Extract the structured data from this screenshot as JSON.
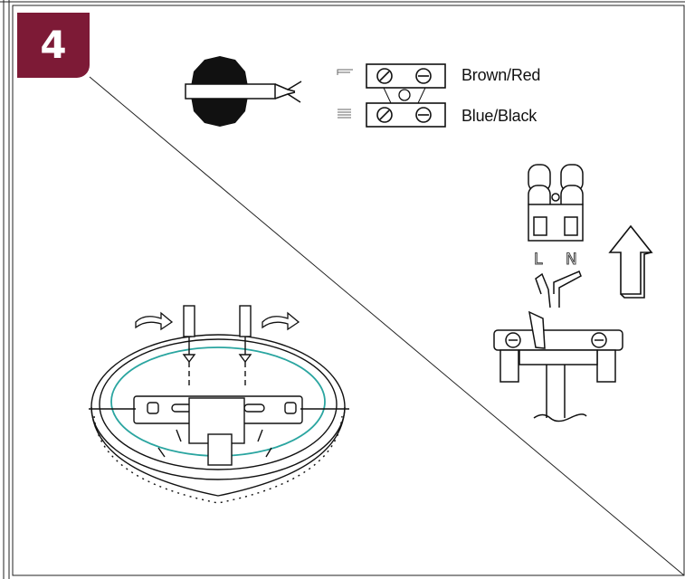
{
  "step": {
    "number": "4",
    "badge_color": "#7d1a36"
  },
  "terminal_block": {
    "L": {
      "symbol": "L",
      "wire_label": "Brown/Red"
    },
    "N": {
      "symbol": "N",
      "wire_label": "Blue/Black"
    }
  },
  "connector": {
    "left_pin": "L",
    "right_pin": "N"
  },
  "accent_color": "#2aa5a0",
  "icons": [
    "cable-end-icon",
    "screw-terminal-icon",
    "up-arrow-icon",
    "rotate-arrow-icon",
    "screwdriver-icon"
  ]
}
